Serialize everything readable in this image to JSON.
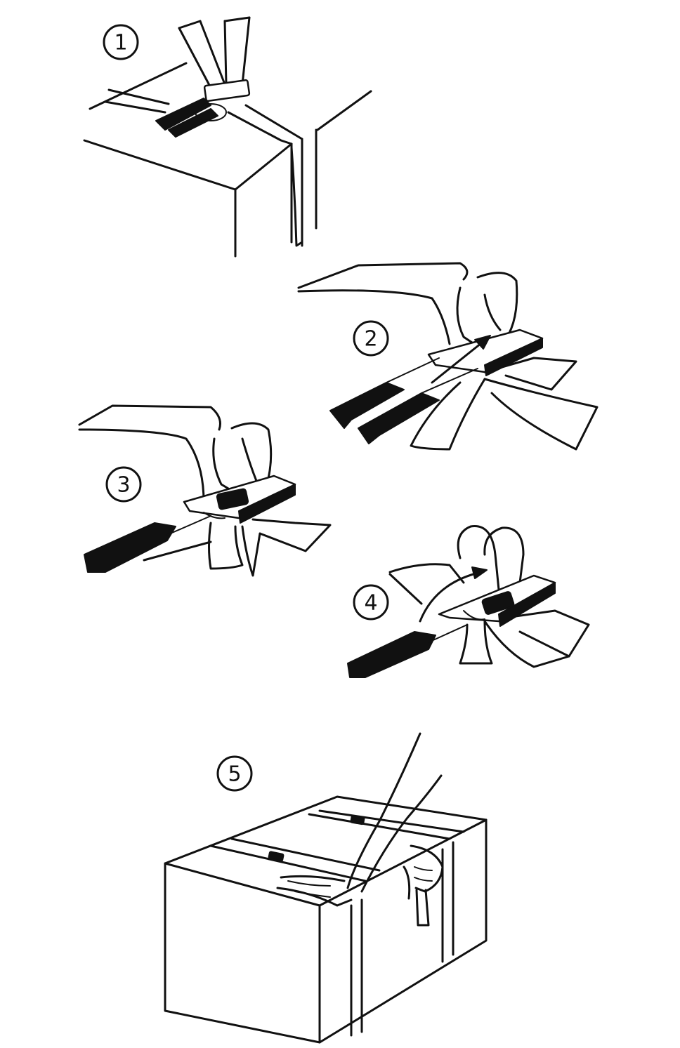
{
  "steps": [
    {
      "number": "1"
    },
    {
      "number": "2"
    },
    {
      "number": "3"
    },
    {
      "number": "4"
    },
    {
      "number": "5"
    }
  ],
  "colors": {
    "ink": "#111111",
    "paper": "#ffffff"
  }
}
